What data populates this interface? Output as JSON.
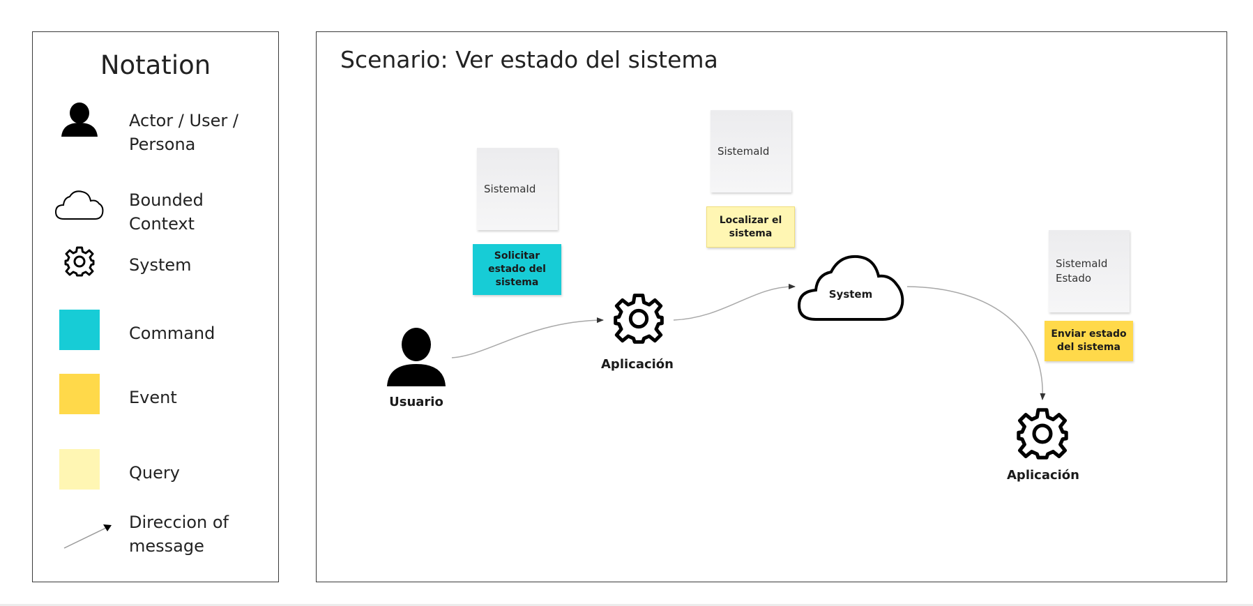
{
  "notation": {
    "title": "Notation",
    "items": [
      {
        "label": "Actor / User /\nPersona",
        "icon": "actor-icon"
      },
      {
        "label": "Bounded\nContext",
        "icon": "cloud-icon"
      },
      {
        "label": "System",
        "icon": "gear-icon"
      },
      {
        "label": "Command",
        "color": "#17ccd6"
      },
      {
        "label": "Event",
        "color": "#ffd94a"
      },
      {
        "label": "Query",
        "color": "#fff6b3"
      },
      {
        "label": "Direccion of\nmessage",
        "icon": "arrow-icon"
      }
    ]
  },
  "scenario": {
    "title": "Scenario: Ver estado del sistema",
    "actor": {
      "label": "Usuario"
    },
    "system1": {
      "label": "Aplicación"
    },
    "bounded_context": {
      "label": "System"
    },
    "system2": {
      "label": "Aplicación"
    },
    "notes": {
      "data1": "SistemaId",
      "command1": "Solicitar estado del sistema",
      "data2": "SistemaId",
      "query1": "Localizar el sistema",
      "data3": "SistemaId\nEstado",
      "event1": "Enviar estado del sistema"
    }
  },
  "colors": {
    "command": "#17ccd6",
    "event": "#ffd94a",
    "query": "#fff6b3",
    "data_note": "#efeff0"
  }
}
